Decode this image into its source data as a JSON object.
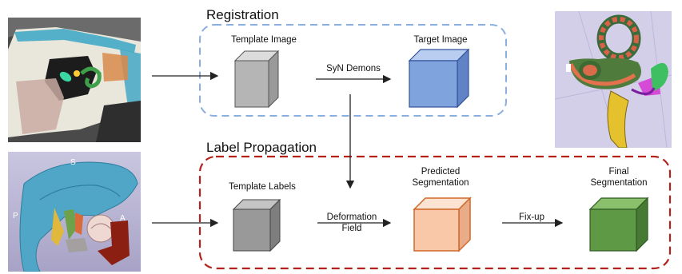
{
  "registration": {
    "title": "Registration",
    "template_image": "Template Image",
    "method": "SyN Demons",
    "target_image": "Target Image"
  },
  "label_propagation": {
    "title": "Label Propagation",
    "template_labels": "Template Labels",
    "deformation_field": [
      "Deformation",
      "Field"
    ],
    "predicted_segmentation": [
      "Predicted",
      "Segmentation"
    ],
    "fixup": "Fix-up",
    "final_segmentation": [
      "Final",
      "Segmentation"
    ]
  },
  "render3d_labels": {
    "s": "S",
    "p": "P",
    "a": "A"
  },
  "colors": {
    "registration_border": "#8aaee0",
    "propagation_border": "#b3231d",
    "template_cube": "#b5b5b5",
    "target_cube": "#7fa3dc",
    "labels_cube": "#999999",
    "predicted_cube": "#f8c8a8",
    "final_cube": "#5e9a45"
  }
}
